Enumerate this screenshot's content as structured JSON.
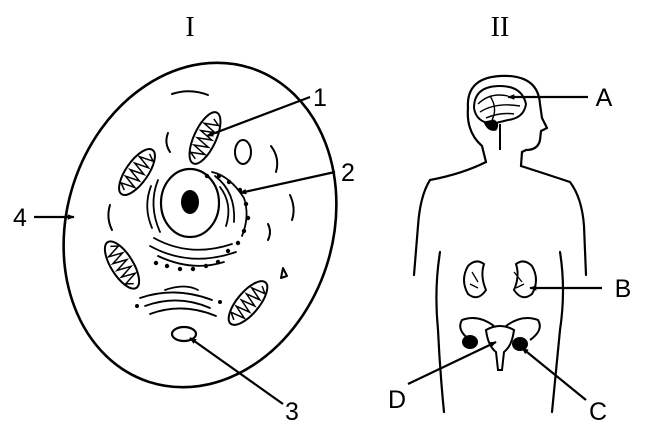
{
  "panels": {
    "cell": {
      "title": "I",
      "labels": [
        "1",
        "2",
        "3",
        "4"
      ]
    },
    "body": {
      "title": "II",
      "labels": [
        "A",
        "B",
        "C",
        "D"
      ]
    }
  },
  "colors": {
    "ink": "#000000",
    "background": "#ffffff"
  }
}
